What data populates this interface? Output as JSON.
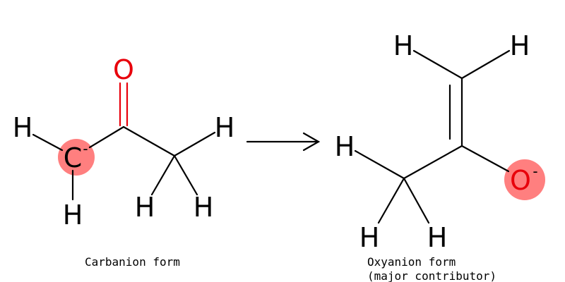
{
  "colors": {
    "background": "#ffffff",
    "bond": "#000000",
    "oxygen": "#e8000b",
    "highlight": "#ff7f7f",
    "text": "#000000"
  },
  "carbanion": {
    "atoms": {
      "carbonyl_oxygen": "O",
      "anionic_carbon": "C",
      "anion_charge": "-",
      "h_left": "H",
      "h_bottom": "H",
      "h_methyl_upper": "H",
      "h_methyl_lower_left": "H",
      "h_methyl_lower_right": "H"
    },
    "caption": "Carbanion form"
  },
  "arrow": {
    "direction": "right"
  },
  "oxyanion": {
    "atoms": {
      "h_vinyl_left": "H",
      "h_vinyl_right": "H",
      "h_methyl_upper": "H",
      "h_methyl_lower_left": "H",
      "h_methyl_lower_right": "H",
      "anionic_oxygen": "O",
      "anion_charge": "-"
    },
    "caption_line1": "Oxyanion form",
    "caption_line2": "(major contributor)"
  }
}
